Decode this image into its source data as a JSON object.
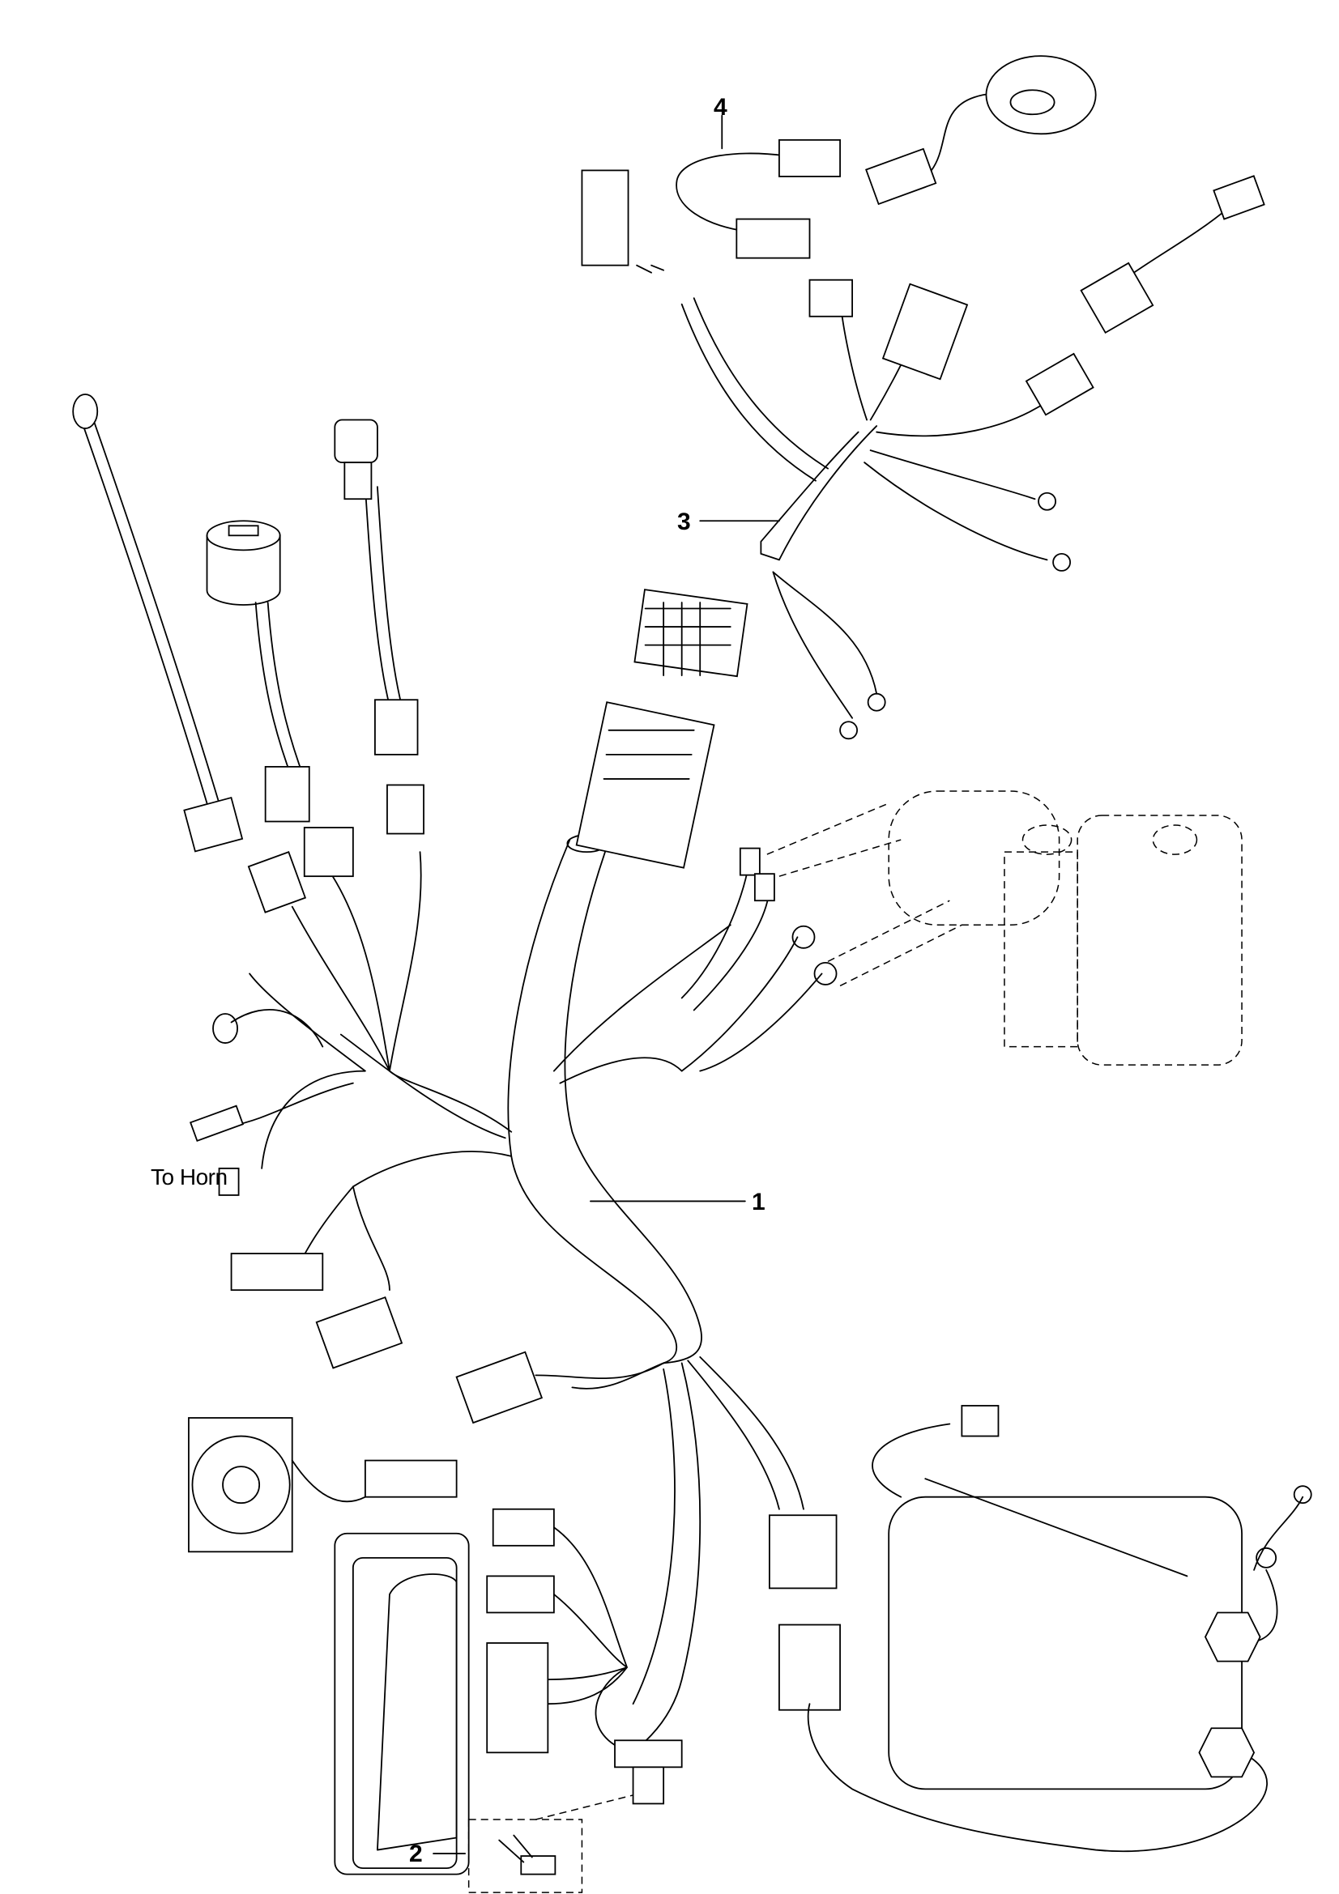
{
  "callouts": {
    "item1": "1",
    "item2": "2",
    "item3": "3",
    "item4": "4"
  },
  "annotations": {
    "to_horn": "To Horn"
  },
  "colors": {
    "line": "#000000",
    "background": "#ffffff"
  }
}
